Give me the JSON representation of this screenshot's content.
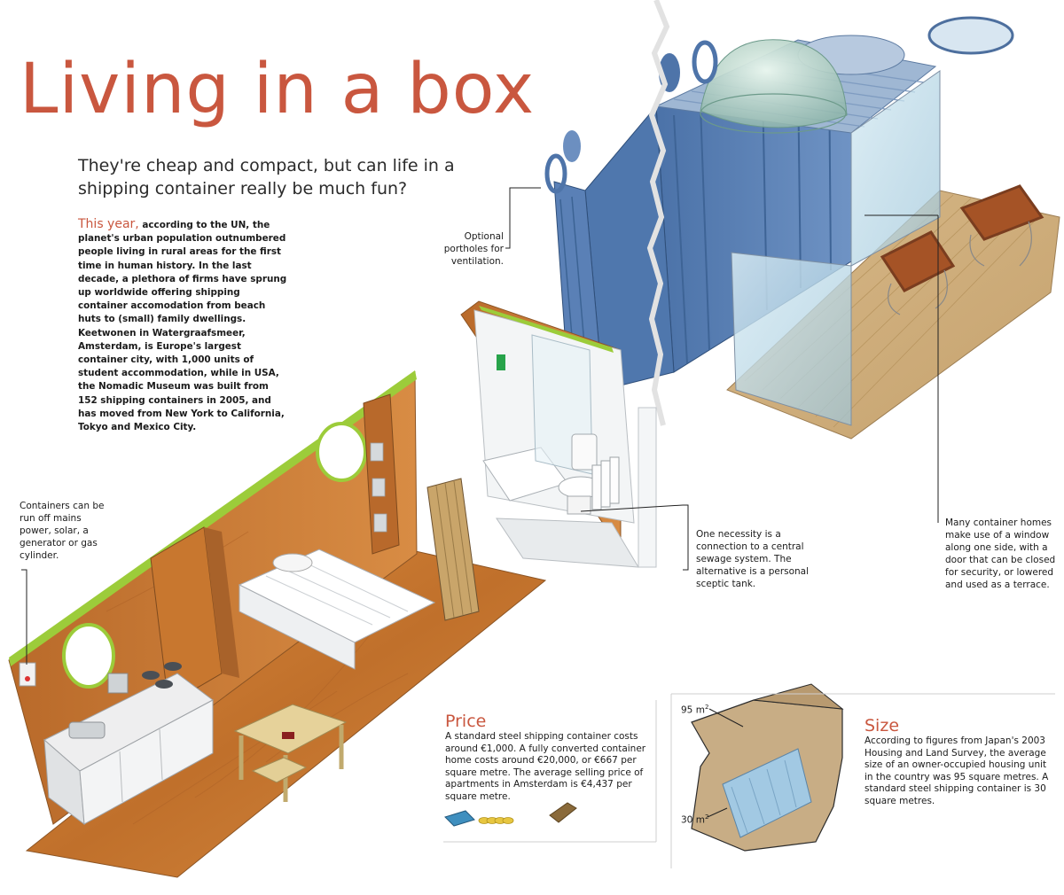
{
  "header": {
    "title": "Living in a box",
    "subtitle": "They're cheap and compact, but can life in a shipping container really be much fun?"
  },
  "intro": {
    "lead": "This year,",
    "body": " according to the UN, the planet's urban population outnumbered people living in rural areas for the first time in human history. In the last decade, a plethora of firms have sprung up worldwide offering shipping container accomodation from beach huts to (small) family dwellings. Keetwonen in Watergraafsmeer, Amsterdam, is Europe's largest container city, with 1,000 units of student accommodation, while in USA, the Nomadic Museum was built from 152 shipping containers in 2005, and has moved from New York to California, Tokyo and Mexico City."
  },
  "annotations": {
    "portholes": "Optional portholes for ventilation.",
    "power": "Containers can be run off mains power, solar, a generator or gas cylinder.",
    "sewage": "One necessity is a connection to a central sewage system. The alternative is a personal sceptic tank.",
    "window": "Many container homes make use of a window along one side, with a door that can be closed for security, or lowered and used as a terrace."
  },
  "price": {
    "heading": "Price",
    "text": "A standard steel shipping container costs around €1,000. A fully converted container home costs around €20,000, or €667 per square metre. The average selling price of apartments in Amsterdam is €4,437 per square metre."
  },
  "size": {
    "heading": "Size",
    "text": "According to figures from Japan's 2003 Housing and Land Survey, the average size of an owner-occupied housing unit in the country was 95 square metres. A standard steel shipping container is 30 square metres.",
    "label_large": "95 m",
    "label_small": "30 m",
    "unit_sup": "2"
  },
  "colors": {
    "accent": "#c9573f",
    "wood": "#c97a32",
    "container_blue": "#5b82b8",
    "coin": "#e7c640"
  }
}
